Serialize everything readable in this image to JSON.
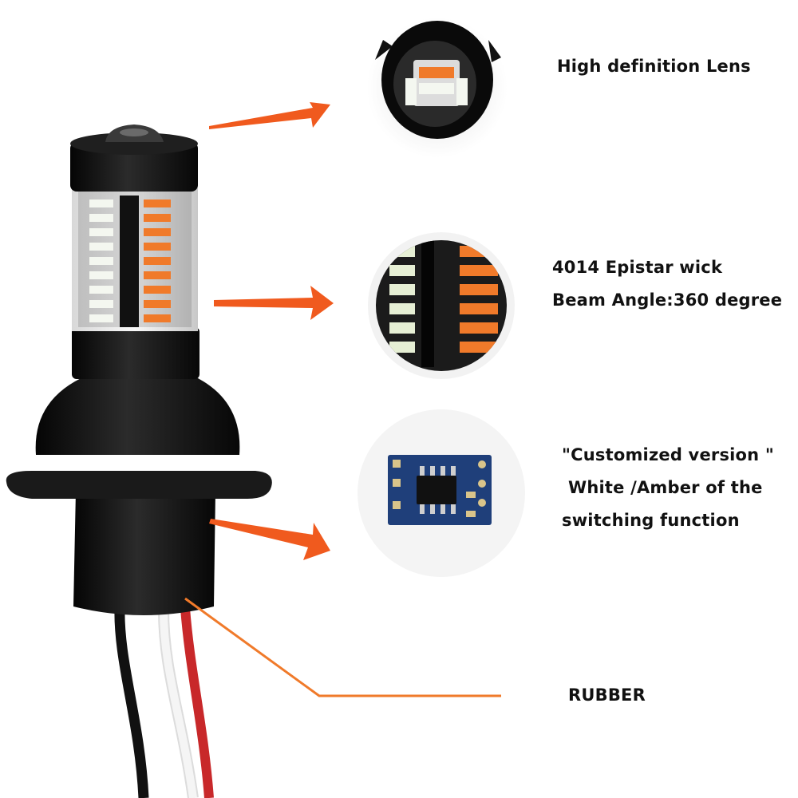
{
  "labels": {
    "lens": "High definition Lens",
    "chip_line1": "4014 Epistar wick",
    "chip_line2": "Beam Angle:360 degree",
    "circuit_line1": "\"Customized version \"",
    "circuit_line2": "White /Amber of the",
    "circuit_line3": "switching function",
    "rubber": "RUBBER"
  },
  "colors": {
    "arrow": "#f05a1e",
    "callout_line": "#f07a2a",
    "amber_led": "#f07a2a",
    "white_led": "#f4f7f0",
    "bulb_body": "#111111",
    "wire_red": "#c8282a",
    "wire_black": "#111111",
    "wire_white": "#eeeeee",
    "pcb_blue": "#1f3f7a"
  }
}
